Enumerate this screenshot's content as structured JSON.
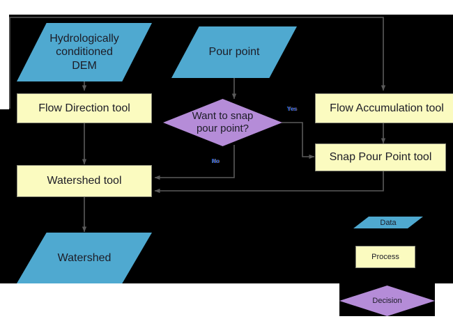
{
  "diagram": {
    "title_present": false,
    "background_color": "#000000",
    "page_color": "#ffffff",
    "colors": {
      "data_fill": "#4fa9d0",
      "process_fill": "#fbfbc0",
      "process_stroke": "#8a8a7a",
      "decision_fill": "#b58cd8",
      "connector": "#4a4a4a",
      "text": "#1c1c26",
      "branch_label": "#2a2ad0"
    },
    "nodes": [
      {
        "id": "dem",
        "type": "data",
        "label": "Hydrologically\nconditioned\nDEM"
      },
      {
        "id": "pourpoint",
        "type": "data",
        "label": "Pour point"
      },
      {
        "id": "flowdir",
        "type": "process",
        "label": "Flow Direction tool"
      },
      {
        "id": "flowacc",
        "type": "process",
        "label": "Flow Accumulation tool"
      },
      {
        "id": "decision",
        "type": "decision",
        "label": "Want to snap\npour point?"
      },
      {
        "id": "snap",
        "type": "process",
        "label": "Snap Pour Point tool"
      },
      {
        "id": "watershedtool",
        "type": "process",
        "label": "Watershed tool"
      },
      {
        "id": "watershed",
        "type": "data",
        "label": "Watershed"
      }
    ],
    "branch_labels": [
      {
        "id": "yes",
        "label": "Yes"
      },
      {
        "id": "no",
        "label": "No"
      }
    ],
    "edges": [
      {
        "from": "dem",
        "to": "flowdir"
      },
      {
        "from": "dem",
        "to": "flowacc"
      },
      {
        "from": "flowdir",
        "to": "watershedtool"
      },
      {
        "from": "pourpoint",
        "to": "decision"
      },
      {
        "from": "decision",
        "to": "snap",
        "label": "Yes"
      },
      {
        "from": "decision",
        "to": "watershedtool",
        "label": "No"
      },
      {
        "from": "flowacc",
        "to": "snap"
      },
      {
        "from": "snap",
        "to": "watershedtool"
      },
      {
        "from": "watershedtool",
        "to": "watershed"
      }
    ],
    "legend": {
      "items": [
        {
          "id": "legend-data",
          "type": "data",
          "label": "Data"
        },
        {
          "id": "legend-process",
          "type": "process",
          "label": "Process"
        },
        {
          "id": "legend-decision",
          "type": "decision",
          "label": "Decision"
        }
      ]
    }
  }
}
